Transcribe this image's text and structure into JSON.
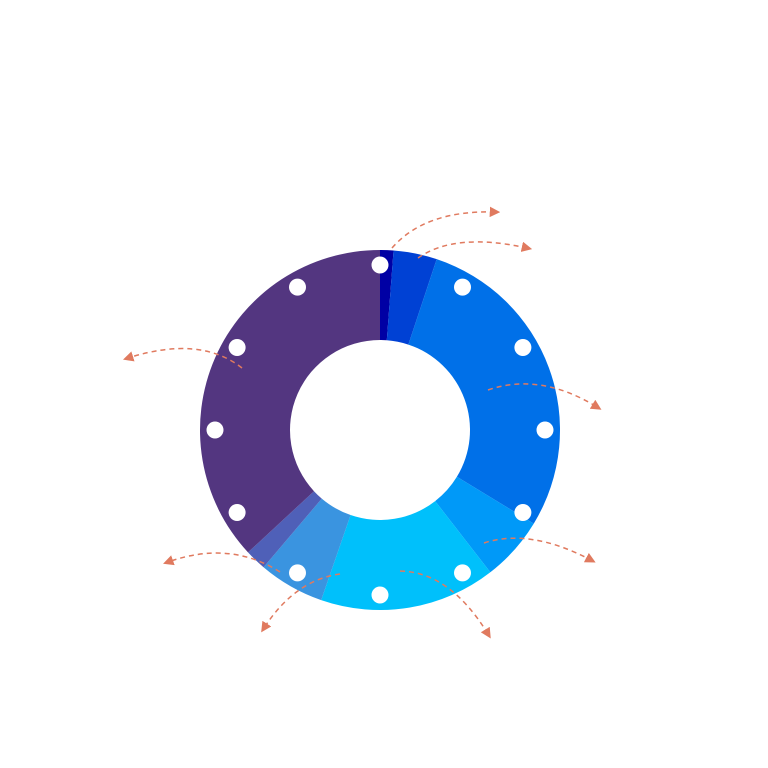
{
  "chart_data": {
    "type": "pie",
    "variant": "donut",
    "legend": "none",
    "values": [
      1.2,
      3.9,
      28.6,
      5.8,
      15.8,
      5.9,
      1.9,
      36.9
    ],
    "colors": [
      "#0000a4",
      "#0041d4",
      "#0070e8",
      "#0099f8",
      "#00c0fb",
      "#3a94e0",
      "#4f60b8",
      "#533680"
    ],
    "ring_markers": 12,
    "marker_color": "#ffffff",
    "annotation_arrow_color": "#e07a5f"
  }
}
